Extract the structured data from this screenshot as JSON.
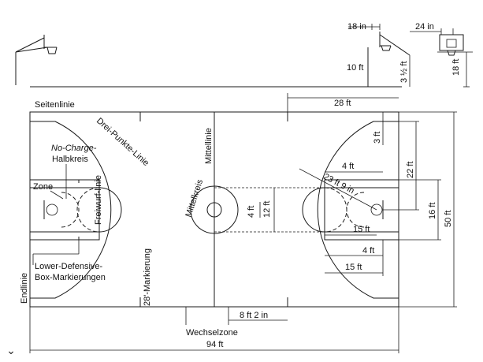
{
  "labels": {
    "seitenlinie": "Seitenlinie",
    "drei_punkte_linie": "Drei-Punkte-Linie",
    "no_charge": "No-Charge-",
    "halbkreis": "Halbkreis",
    "zone": "Zone",
    "freiwurflinie": "Freiwurf-linie",
    "lower_defensive": "Lower-Defensive-",
    "box_markierungen": "Box-Markierungen",
    "endlinie": "Endlinie",
    "markierung_28": "28'-Markierung",
    "mittelkreis": "Mittelkreis",
    "mittellinie": "Mittellinie",
    "wechselzone": "Wechselzone"
  },
  "dimensions": {
    "d_18in": "18 in",
    "d_24in": "24 in",
    "d_10ft": "10 ft",
    "d_3_5ft": "3 ½ ft",
    "d_18ft_side": "18 ft",
    "d_28ft": "28 ft",
    "d_3ft": "3 ft",
    "d_22ft": "22 ft",
    "d_50ft": "50 ft",
    "d_4ft_top": "4 ft",
    "d_23ft9in": "23 ft 9 in",
    "d_4ft_circle": "4 ft",
    "d_12ft": "12 ft",
    "d_16ft": "16 ft",
    "d_15ft_a": "15 ft",
    "d_4ft_low": "4 ft",
    "d_15ft_b": "15 ft",
    "d_8ft2in": "8 ft 2 in",
    "d_94ft": "94 ft"
  },
  "icons": {
    "chevron": "⌄"
  }
}
